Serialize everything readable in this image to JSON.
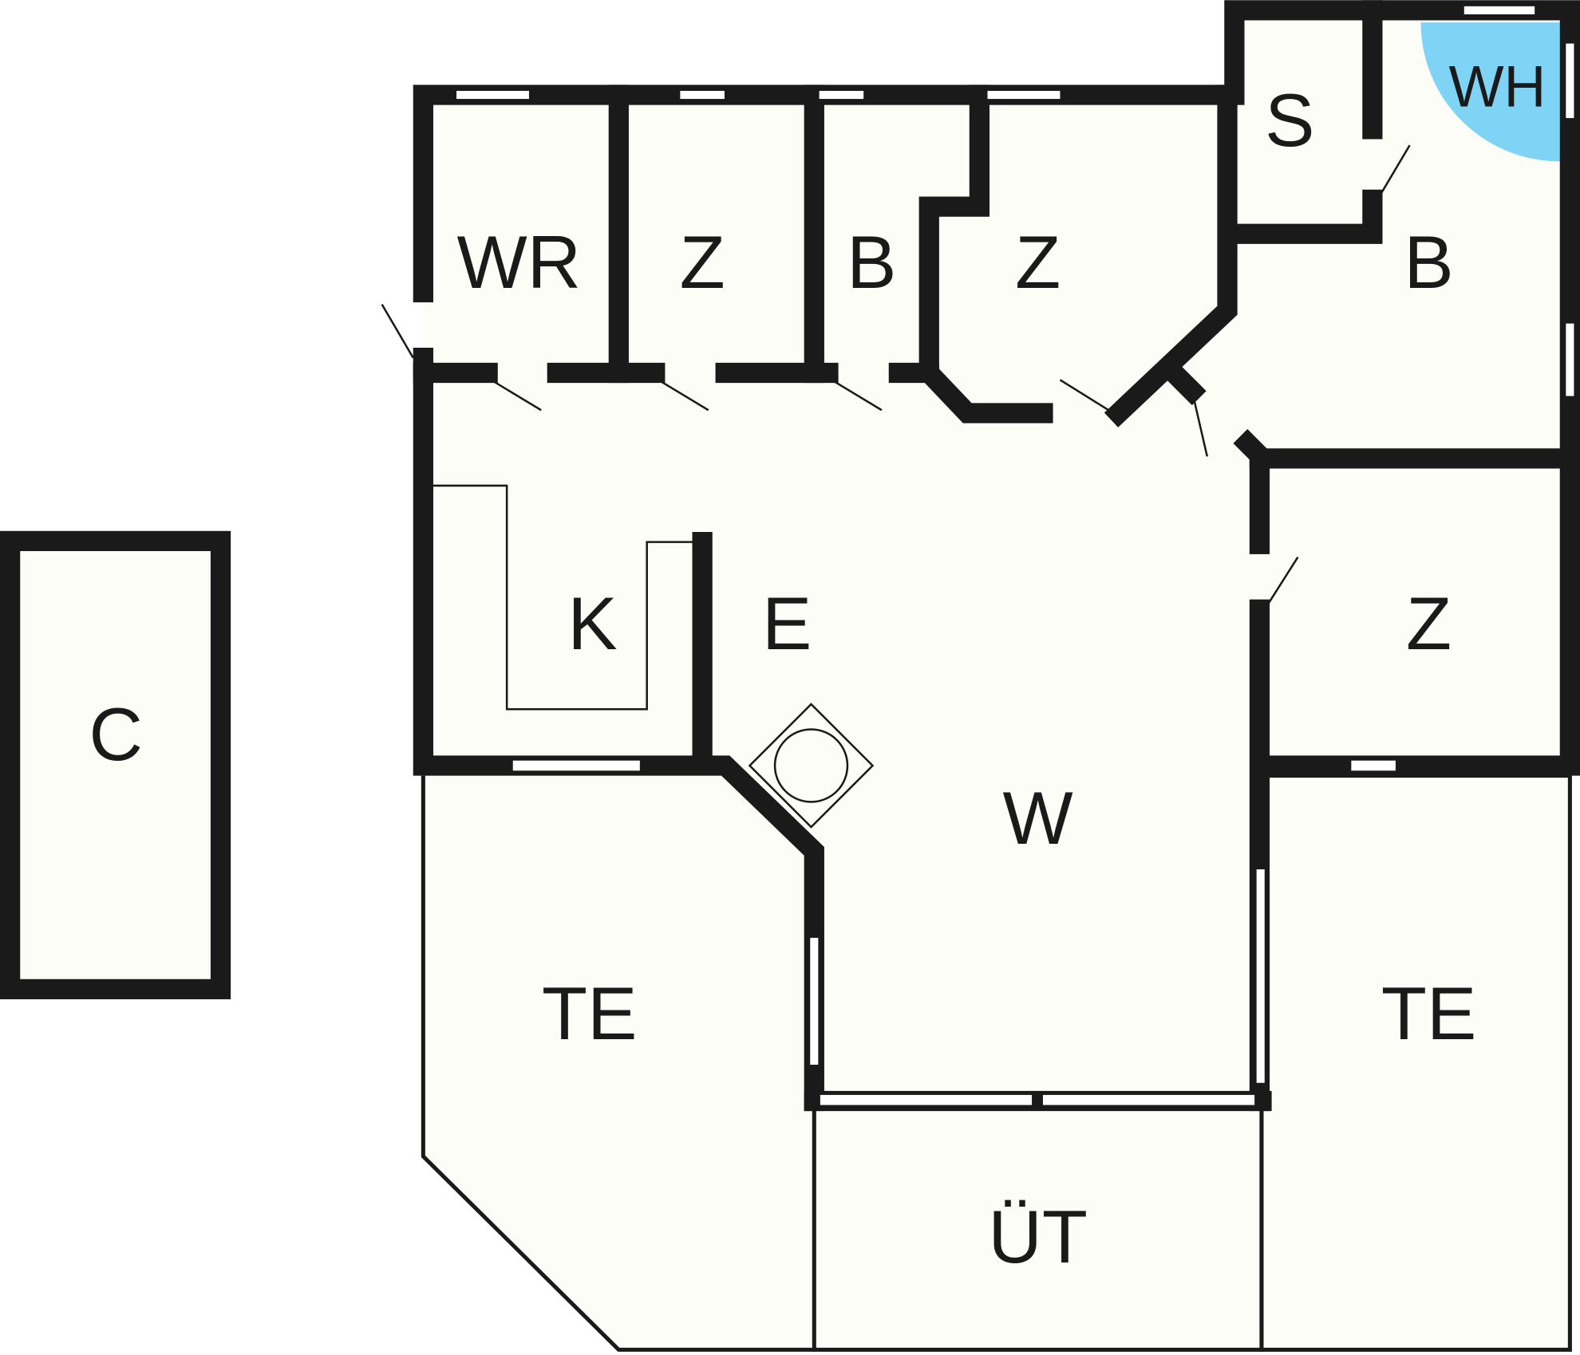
{
  "colors": {
    "room_fill": "#fdfdf7",
    "wall": "#1a1a1a",
    "highlight": "#7fd3f5"
  },
  "rooms": {
    "wr": "WR",
    "z1": "Z",
    "b1": "B",
    "z2": "Z",
    "s": "S",
    "wh": "WH",
    "b2": "B",
    "k": "K",
    "e": "E",
    "z3": "Z",
    "c": "C",
    "w": "W",
    "te1": "TE",
    "te2": "TE",
    "ut": "ÜT"
  }
}
